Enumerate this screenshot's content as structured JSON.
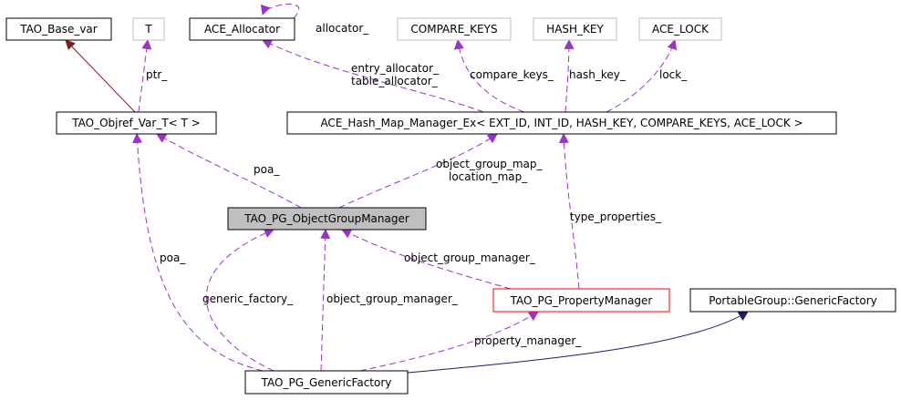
{
  "colors": {
    "dependency": "#9a32cd",
    "inheritance_dark": "#8b1a1a",
    "inheritance_public": "#191970",
    "node_border": "#000000",
    "template_node_border": "#bfbfbf",
    "focus_node_fill": "#bfbfbf",
    "highlight_border": "#ff0000"
  },
  "nodes": {
    "tao_base_var": "TAO_Base_var",
    "t": "T",
    "ace_allocator": "ACE_Allocator",
    "compare_keys": "COMPARE_KEYS",
    "hash_key": "HASH_KEY",
    "ace_lock": "ACE_LOCK",
    "tao_objref_var": "TAO_Objref_Var_T< T >",
    "ace_hash_map": "ACE_Hash_Map_Manager_Ex< EXT_ID, INT_ID, HASH_KEY, COMPARE_KEYS, ACE_LOCK >",
    "object_group_manager": "TAO_PG_ObjectGroupManager",
    "property_manager": "TAO_PG_PropertyManager",
    "generic_factory_iface": "PortableGroup::GenericFactory",
    "generic_factory": "TAO_PG_GenericFactory"
  },
  "edge_labels": {
    "allocator": "allocator_",
    "entry_allocator": "entry_allocator_",
    "table_allocator": "table_allocator_",
    "compare_keys": "compare_keys_",
    "hash_key": "hash_key_",
    "lock": "lock_",
    "ptr": "ptr_",
    "poa_top": "poa_",
    "object_group_map": "object_group_map_",
    "location_map": "location_map_",
    "type_properties": "type_properties_",
    "object_group_manager_right": "object_group_manager_",
    "poa_left": "poa_",
    "generic_factory": "generic_factory_",
    "object_group_manager_center": "object_group_manager_",
    "property_manager": "property_manager_"
  }
}
